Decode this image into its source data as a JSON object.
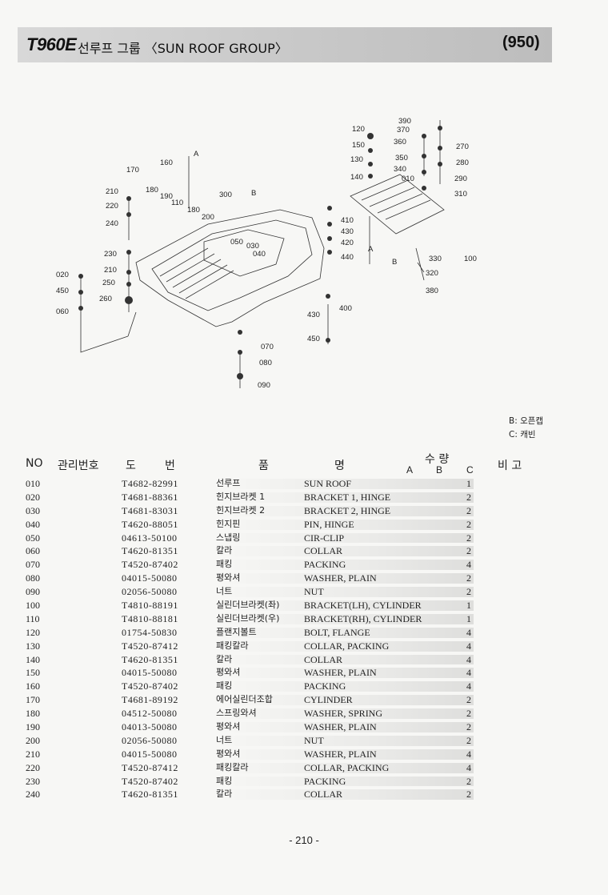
{
  "header": {
    "model": "T960E",
    "title": "선루프 그룹 〈SUN ROOF GROUP〉",
    "group_code": "(950)"
  },
  "diagram": {
    "callouts": [
      "390",
      "370",
      "360",
      "350",
      "340",
      "010",
      "120",
      "150",
      "130",
      "140",
      "270",
      "280",
      "290",
      "310",
      "160",
      "170",
      "180",
      "190",
      "110",
      "180",
      "200",
      "300",
      "210",
      "220",
      "240",
      "230",
      "210",
      "250",
      "260",
      "020",
      "450",
      "060",
      "050",
      "030",
      "040",
      "410",
      "430",
      "420",
      "440",
      "330",
      "100",
      "320",
      "380",
      "400",
      "430",
      "450",
      "070",
      "080",
      "090",
      "A",
      "B",
      "A",
      "B"
    ]
  },
  "notes": [
    "B: 오픈캡",
    "C: 캐빈"
  ],
  "table": {
    "headers": {
      "no": "NO",
      "mgmt": "관리번호",
      "drawing_1": "도",
      "drawing_2": "번",
      "name_1": "품",
      "name_2": "명",
      "qty": "수 량",
      "qty_a": "A",
      "qty_b": "B",
      "qty_c": "C",
      "remark": "비 고"
    },
    "rows": [
      {
        "no": "010",
        "part": "T4682-82991",
        "kr": "선루프",
        "en": "SUN ROOF",
        "qty": "1"
      },
      {
        "no": "020",
        "part": "T4681-88361",
        "kr": "힌지브라켓 1",
        "en": "BRACKET 1, HINGE",
        "qty": "2"
      },
      {
        "no": "030",
        "part": "T4681-83031",
        "kr": "힌지브라켓 2",
        "en": "BRACKET 2, HINGE",
        "qty": "2"
      },
      {
        "no": "040",
        "part": "T4620-88051",
        "kr": "힌지핀",
        "en": "PIN, HINGE",
        "qty": "2"
      },
      {
        "no": "050",
        "part": "04613-50100",
        "kr": "스냅링",
        "en": "CIR-CLIP",
        "qty": "2"
      },
      {
        "no": "060",
        "part": "T4620-81351",
        "kr": "칼라",
        "en": "COLLAR",
        "qty": "2"
      },
      {
        "no": "070",
        "part": "T4520-87402",
        "kr": "패킹",
        "en": "PACKING",
        "qty": "4"
      },
      {
        "no": "080",
        "part": "04015-50080",
        "kr": "평와셔",
        "en": "WASHER, PLAIN",
        "qty": "2"
      },
      {
        "no": "090",
        "part": "02056-50080",
        "kr": "너트",
        "en": "NUT",
        "qty": "2"
      },
      {
        "no": "100",
        "part": "T4810-88191",
        "kr": "실린더브라켓(좌)",
        "en": "BRACKET(LH), CYLINDER",
        "qty": "1"
      },
      {
        "no": "110",
        "part": "T4810-88181",
        "kr": "실린더브라켓(우)",
        "en": "BRACKET(RH), CYLINDER",
        "qty": "1"
      },
      {
        "no": "120",
        "part": "01754-50830",
        "kr": "플랜지볼트",
        "en": "BOLT, FLANGE",
        "qty": "4"
      },
      {
        "no": "130",
        "part": "T4520-87412",
        "kr": "패킹칼라",
        "en": "COLLAR, PACKING",
        "qty": "4"
      },
      {
        "no": "140",
        "part": "T4620-81351",
        "kr": "칼라",
        "en": "COLLAR",
        "qty": "4"
      },
      {
        "no": "150",
        "part": "04015-50080",
        "kr": "평와셔",
        "en": "WASHER, PLAIN",
        "qty": "4"
      },
      {
        "no": "160",
        "part": "T4520-87402",
        "kr": "패킹",
        "en": "PACKING",
        "qty": "4"
      },
      {
        "no": "170",
        "part": "T4681-89192",
        "kr": "에어실린더조합",
        "en": "CYLINDER",
        "qty": "2"
      },
      {
        "no": "180",
        "part": "04512-50080",
        "kr": "스프링와셔",
        "en": "WASHER, SPRING",
        "qty": "2"
      },
      {
        "no": "190",
        "part": "04013-50080",
        "kr": "평와셔",
        "en": "WASHER, PLAIN",
        "qty": "2"
      },
      {
        "no": "200",
        "part": "02056-50080",
        "kr": "너트",
        "en": "NUT",
        "qty": "2"
      },
      {
        "no": "210",
        "part": "04015-50080",
        "kr": "평와셔",
        "en": "WASHER, PLAIN",
        "qty": "4"
      },
      {
        "no": "220",
        "part": "T4520-87412",
        "kr": "패킹칼라",
        "en": "COLLAR, PACKING",
        "qty": "4"
      },
      {
        "no": "230",
        "part": "T4520-87402",
        "kr": "패킹",
        "en": "PACKING",
        "qty": "2"
      },
      {
        "no": "240",
        "part": "T4620-81351",
        "kr": "칼라",
        "en": "COLLAR",
        "qty": "2"
      }
    ]
  },
  "page_number": "- 210 -"
}
